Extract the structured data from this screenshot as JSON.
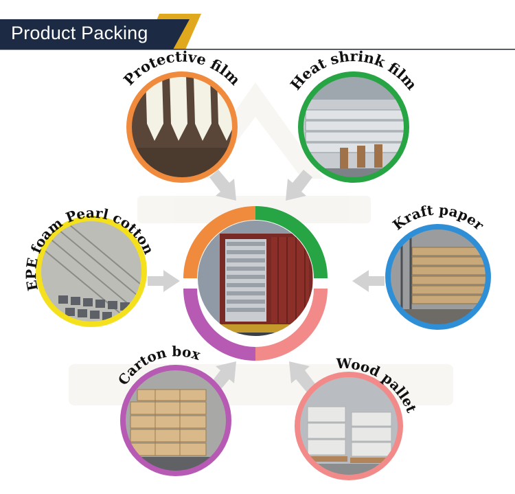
{
  "header": {
    "title": "Product Packing",
    "colors": {
      "navy": "#1c2a44",
      "gold": "#e0a81c",
      "rule": "#1c2a44"
    }
  },
  "center": {
    "image": "shipping-container-photo",
    "ring_colors": [
      "#f08a3c",
      "#27a444",
      "#b65ab4",
      "#f28a8a"
    ]
  },
  "methods": [
    {
      "label": "Protective film",
      "ring_color": "#f08a3c",
      "image": "protective-film-photo"
    },
    {
      "label": "Heat shrink film",
      "ring_color": "#27a444",
      "image": "heat-shrink-film-photo"
    },
    {
      "label": "EPE foam Pearl cotton",
      "ring_color": "#f4e01c",
      "image": "epe-foam-photo"
    },
    {
      "label": "Kraft paper",
      "ring_color": "#2f8fd6",
      "image": "kraft-paper-photo"
    },
    {
      "label": "Carton box",
      "ring_color": "#b65ab4",
      "image": "carton-box-photo"
    },
    {
      "label": "Wood pallet",
      "ring_color": "#f28a8a",
      "image": "wood-pallet-photo"
    }
  ],
  "arrow_color": "#d2d2d2"
}
